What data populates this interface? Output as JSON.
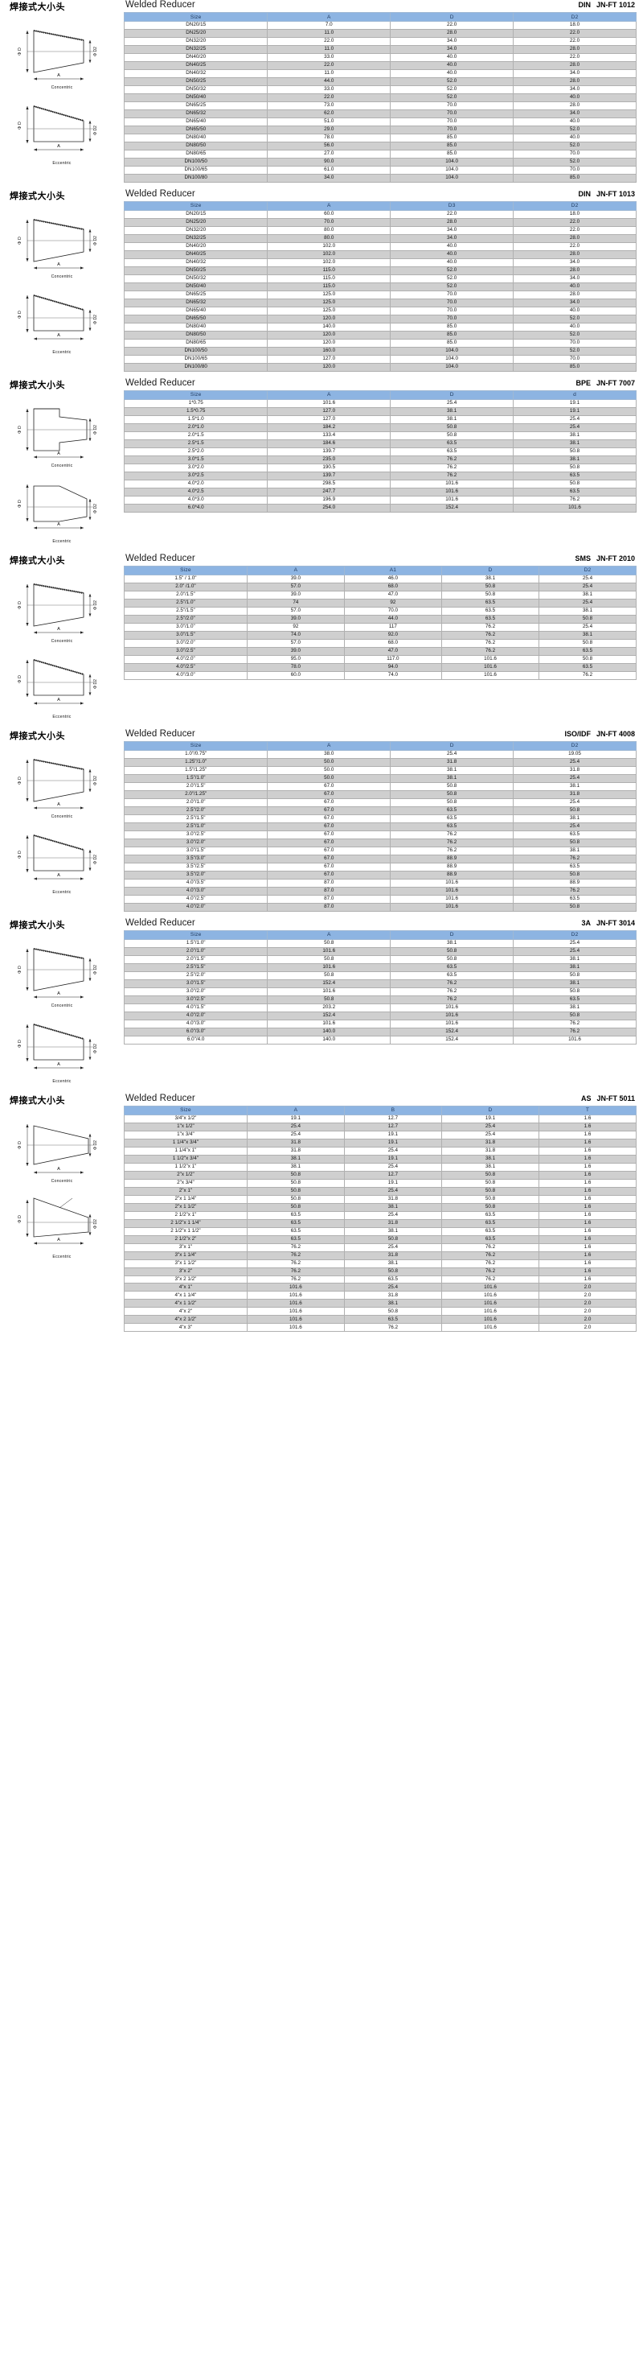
{
  "page": {
    "cn_heading": "焊接式大小头",
    "table_title": "Welded Reducer",
    "caption_concentric": "Concentric",
    "caption_eccentric": "Eccentric",
    "accent_header": "#8db4e2",
    "row_alt": "#cfcfcf"
  },
  "dim_labels": {
    "d_big": "Φ D",
    "d_small": "Φ D2",
    "len_a": "A",
    "len_a1": "A1"
  },
  "sections": [
    {
      "id": "din-1012",
      "cn_heading": "焊接式大小头",
      "title": "Welded Reducer",
      "standard": "DIN",
      "part_no": "JN-FT 1012",
      "columns": [
        "Size",
        "A",
        "D",
        "D2"
      ],
      "rows": [
        [
          "DN20/15",
          "7.0",
          "22.0",
          "18.0"
        ],
        [
          "DN25/20",
          "11.0",
          "28.0",
          "22.0"
        ],
        [
          "DN32/20",
          "22.0",
          "34.0",
          "22.0"
        ],
        [
          "DN32/25",
          "11.0",
          "34.0",
          "28.0"
        ],
        [
          "DN40/20",
          "33.0",
          "40.0",
          "22.0"
        ],
        [
          "DN40/25",
          "22.0",
          "40.0",
          "28.0"
        ],
        [
          "DN40/32",
          "11.0",
          "40.0",
          "34.0"
        ],
        [
          "DN50/25",
          "44.0",
          "52.0",
          "28.0"
        ],
        [
          "DN50/32",
          "33.0",
          "52.0",
          "34.0"
        ],
        [
          "DN50/40",
          "22.0",
          "52.0",
          "40.0"
        ],
        [
          "DN65/25",
          "73.0",
          "70.0",
          "28.0"
        ],
        [
          "DN65/32",
          "62.0",
          "70.0",
          "34.0"
        ],
        [
          "DN65/40",
          "51.0",
          "70.0",
          "40.0"
        ],
        [
          "DN65/50",
          "29.0",
          "70.0",
          "52.0"
        ],
        [
          "DN80/40",
          "78.0",
          "85.0",
          "40.0"
        ],
        [
          "DN80/50",
          "56.0",
          "85.0",
          "52.0"
        ],
        [
          "DN80/65",
          "27.0",
          "85.0",
          "70.0"
        ],
        [
          "DN100/50",
          "90.0",
          "104.0",
          "52.0"
        ],
        [
          "DN100/65",
          "61.0",
          "104.0",
          "70.0"
        ],
        [
          "DN100/80",
          "34.0",
          "104.0",
          "85.0"
        ]
      ]
    },
    {
      "id": "din-1013",
      "cn_heading": "焊接式大小头",
      "title": "Welded Reducer",
      "standard": "DIN",
      "part_no": "JN-FT 1013",
      "columns": [
        "Size",
        "A",
        "D3",
        "D2"
      ],
      "rows": [
        [
          "DN20/15",
          "60.0",
          "22.0",
          "18.0"
        ],
        [
          "DN25/20",
          "70.0",
          "28.0",
          "22.0"
        ],
        [
          "DN32/20",
          "80.0",
          "34.0",
          "22.0"
        ],
        [
          "DN32/25",
          "80.0",
          "34.0",
          "28.0"
        ],
        [
          "DN40/20",
          "102.0",
          "40.0",
          "22.0"
        ],
        [
          "DN40/25",
          "102.0",
          "40.0",
          "28.0"
        ],
        [
          "DN40/32",
          "102.0",
          "40.0",
          "34.0"
        ],
        [
          "DN50/25",
          "115.0",
          "52.0",
          "28.0"
        ],
        [
          "DN50/32",
          "115.0",
          "52.0",
          "34.0"
        ],
        [
          "DN50/40",
          "115.0",
          "52.0",
          "40.0"
        ],
        [
          "DN65/25",
          "125.0",
          "70.0",
          "28.0"
        ],
        [
          "DN65/32",
          "125.0",
          "70.0",
          "34.0"
        ],
        [
          "DN65/40",
          "125.0",
          "70.0",
          "40.0"
        ],
        [
          "DN65/50",
          "120.0",
          "70.0",
          "52.0"
        ],
        [
          "DN80/40",
          "140.0",
          "85.0",
          "40.0"
        ],
        [
          "DN80/50",
          "120.0",
          "85.0",
          "52.0"
        ],
        [
          "DN80/65",
          "120.0",
          "85.0",
          "70.0"
        ],
        [
          "DN100/50",
          "160.0",
          "104.0",
          "52.0"
        ],
        [
          "DN100/65",
          "127.0",
          "104.0",
          "70.0"
        ],
        [
          "DN100/80",
          "120.0",
          "104.0",
          "85.0"
        ]
      ]
    },
    {
      "id": "bpe-7007",
      "cn_heading": "焊接式大小头",
      "title": "Welded Reducer",
      "standard": "BPE",
      "part_no": "JN-FT 7007",
      "columns": [
        "Size",
        "A",
        "D",
        "d"
      ],
      "rows": [
        [
          "1*0.75",
          "101.6",
          "25.4",
          "19.1"
        ],
        [
          "1.5*0.75",
          "127.0",
          "38.1",
          "19.1"
        ],
        [
          "1.5*1.0",
          "127.0",
          "38.1",
          "25.4"
        ],
        [
          "2.0*1.0",
          "184.2",
          "50.8",
          "25.4"
        ],
        [
          "2.0*1.5",
          "133.4",
          "50.8",
          "38.1"
        ],
        [
          "2.5*1.5",
          "184.6",
          "63.5",
          "38.1"
        ],
        [
          "2.5*2.0",
          "139.7",
          "63.5",
          "50.8"
        ],
        [
          "3.0*1.5",
          "235.0",
          "76.2",
          "38.1"
        ],
        [
          "3.0*2.0",
          "190.5",
          "76.2",
          "50.8"
        ],
        [
          "3.0*2.5",
          "139.7",
          "76.2",
          "63.5"
        ],
        [
          "4.0*2.0",
          "298.5",
          "101.6",
          "50.8"
        ],
        [
          "4.0*2.5",
          "247.7",
          "101.6",
          "63.5"
        ],
        [
          "4.0*3.0",
          "196.9",
          "101.6",
          "76.2"
        ],
        [
          "6.0*4.0",
          "254.0",
          "152.4",
          "101.6"
        ]
      ]
    },
    {
      "id": "sms-2010",
      "cn_heading": "焊接式大小头",
      "title": "Welded Reducer",
      "standard": "SMS",
      "part_no": "JN-FT 2010",
      "columns": [
        "Size",
        "A",
        "A1",
        "D",
        "D2"
      ],
      "rows": [
        [
          "1.5\" / 1.0\"",
          "39.0",
          "46.0",
          "38.1",
          "25.4"
        ],
        [
          "2.0\" /1.0\"",
          "57.0",
          "68.0",
          "50.8",
          "25.4"
        ],
        [
          "2.0\"/1.5\"",
          "39.0",
          "47.0",
          "50.8",
          "38.1"
        ],
        [
          "2.5\"/1.0\"",
          "74",
          "92",
          "63.5",
          "25.4"
        ],
        [
          "2.5\"/1.5\"",
          "57.0",
          "70.0",
          "63.5",
          "38.1"
        ],
        [
          "2.5\"/2.0\"",
          "39.0",
          "44.0",
          "63.5",
          "50.8"
        ],
        [
          "3.0\"/1.0\"",
          "92",
          "117",
          "76.2",
          "25.4"
        ],
        [
          "3.0\"/1.5\"",
          "74.0",
          "92.0",
          "76.2",
          "38.1"
        ],
        [
          "3.0\"/2.0\"",
          "57.0",
          "68.0",
          "76.2",
          "50.8"
        ],
        [
          "3.0\"/2.5\"",
          "39.0",
          "47.0",
          "76.2",
          "63.5"
        ],
        [
          "4.0\"/2.0\"",
          "95.0",
          "117.0",
          "101.6",
          "50.8"
        ],
        [
          "4.0\"/2.5\"",
          "78.0",
          "94.0",
          "101.6",
          "63.5"
        ],
        [
          "4.0\"/3.0\"",
          "60.0",
          "74.0",
          "101.6",
          "76.2"
        ]
      ]
    },
    {
      "id": "iso-idf-4008",
      "cn_heading": "焊接式大小头",
      "title": "Welded Reducer",
      "standard": "ISO/IDF",
      "part_no": "JN-FT 4008",
      "columns": [
        "Size",
        "A",
        "D",
        "D2"
      ],
      "rows": [
        [
          "1.0\"/0.75\"",
          "38.0",
          "25.4",
          "19.05"
        ],
        [
          "1.25\"/1.0\"",
          "50.0",
          "31.8",
          "25.4"
        ],
        [
          "1.5\"/1.25\"",
          "50.0",
          "38.1",
          "31.8"
        ],
        [
          "1.5\"/1.0\"",
          "50.0",
          "38.1",
          "25.4"
        ],
        [
          "2.0\"/1.5\"",
          "67.0",
          "50.8",
          "38.1"
        ],
        [
          "2.0\"/1.25\"",
          "67.0",
          "50.8",
          "31.8"
        ],
        [
          "2.0\"/1.0\"",
          "67.0",
          "50.8",
          "25.4"
        ],
        [
          "2.5\"/2.0\"",
          "67.0",
          "63.5",
          "50.8"
        ],
        [
          "2.5\"/1.5\"",
          "67.0",
          "63.5",
          "38.1"
        ],
        [
          "2.5\"/1.0\"",
          "67.0",
          "63.5",
          "25.4"
        ],
        [
          "3.0\"/2.5\"",
          "67.0",
          "76.2",
          "63.5"
        ],
        [
          "3.0\"/2.0\"",
          "67.0",
          "76.2",
          "50.8"
        ],
        [
          "3.0\"/1.5\"",
          "67.0",
          "76.2",
          "38.1"
        ],
        [
          "3.5\"/3.0\"",
          "67.0",
          "88.9",
          "76.2"
        ],
        [
          "3.5\"/2.5\"",
          "67.0",
          "88.9",
          "63.5"
        ],
        [
          "3.5\"/2.0\"",
          "67.0",
          "88.9",
          "50.8"
        ],
        [
          "4.0\"/3.5\"",
          "87.0",
          "101.6",
          "88.9"
        ],
        [
          "4.0\"/3.0\"",
          "87.0",
          "101.6",
          "76.2"
        ],
        [
          "4.0\"/2.5\"",
          "87.0",
          "101.6",
          "63.5"
        ],
        [
          "4.0\"/2.0\"",
          "87.0",
          "101.6",
          "50.8"
        ]
      ]
    },
    {
      "id": "3a-3014",
      "cn_heading": "焊接式大小头",
      "title": "Welded Reducer",
      "standard": "3A",
      "part_no": "JN-FT 3014",
      "columns": [
        "Size",
        "A",
        "D",
        "D2"
      ],
      "rows": [
        [
          "1.5\"/1.0\"",
          "50.8",
          "38.1",
          "25.4"
        ],
        [
          "2.0\"/1.0\"",
          "101.6",
          "50.8",
          "25.4"
        ],
        [
          "2.0\"/1.5\"",
          "50.8",
          "50.8",
          "38.1"
        ],
        [
          "2.5\"/1.5\"",
          "101.6",
          "63.5",
          "38.1"
        ],
        [
          "2.5\"/2.0\"",
          "50.8",
          "63.5",
          "50.8"
        ],
        [
          "3.0\"/1.5\"",
          "152.4",
          "76.2",
          "38.1"
        ],
        [
          "3.0\"/2.0\"",
          "101.6",
          "76.2",
          "50.8"
        ],
        [
          "3.0\"/2.5\"",
          "50.8",
          "76.2",
          "63.5"
        ],
        [
          "4.0\"/1.5\"",
          "203.2",
          "101.6",
          "38.1"
        ],
        [
          "4.0\"/2.0\"",
          "152.4",
          "101.6",
          "50.8"
        ],
        [
          "4.0\"/3.0\"",
          "101.6",
          "101.6",
          "76.2"
        ],
        [
          "6.0\"/3.0\"",
          "140.0",
          "152.4",
          "76.2"
        ],
        [
          "6.0\"/4.0",
          "140.0",
          "152.4",
          "101.6"
        ]
      ]
    },
    {
      "id": "as-5011",
      "cn_heading": "焊接式大小头",
      "title": "Welded Reducer",
      "standard": "AS",
      "part_no": "JN-FT 5011",
      "columns": [
        "Size",
        "A",
        "B",
        "D",
        "T"
      ],
      "rows": [
        [
          "3/4\"x 1/2\"",
          "19.1",
          "12.7",
          "19.1",
          "1.6"
        ],
        [
          "1\"x 1/2\"",
          "25.4",
          "12.7",
          "25.4",
          "1.6"
        ],
        [
          "1\"x 3/4\"",
          "25.4",
          "19.1",
          "25.4",
          "1.6"
        ],
        [
          "1 1/4\"x 3/4\"",
          "31.8",
          "19.1",
          "31.8",
          "1.6"
        ],
        [
          "1 1/4\"x 1\"",
          "31.8",
          "25.4",
          "31.8",
          "1.6"
        ],
        [
          "1 1/2\"x 3/4\"",
          "38.1",
          "19.1",
          "38.1",
          "1.6"
        ],
        [
          "1 1/2\"x 1\"",
          "38.1",
          "25.4",
          "38.1",
          "1.6"
        ],
        [
          "2\"x 1/2\"",
          "50.8",
          "12.7",
          "50.8",
          "1.6"
        ],
        [
          "2\"x 3/4\"",
          "50.8",
          "19.1",
          "50.8",
          "1.6"
        ],
        [
          "2\"x 1\"",
          "50.8",
          "25.4",
          "50.8",
          "1.6"
        ],
        [
          "2\"x 1 1/4\"",
          "50.8",
          "31.8",
          "50.8",
          "1.6"
        ],
        [
          "2\"x 1 1/2\"",
          "50.8",
          "38.1",
          "50.8",
          "1.6"
        ],
        [
          "2 1/2\"x 1\"",
          "63.5",
          "25.4",
          "63.5",
          "1.6"
        ],
        [
          "2 1/2\"x 1 1/4\"",
          "63.5",
          "31.8",
          "63.5",
          "1.6"
        ],
        [
          "2 1/2\"x 1 1/2\"",
          "63.5",
          "38.1",
          "63.5",
          "1.6"
        ],
        [
          "2 1/2\"x 2\"",
          "63.5",
          "50.8",
          "63.5",
          "1.6"
        ],
        [
          "3\"x 1\"",
          "76.2",
          "25.4",
          "76.2",
          "1.6"
        ],
        [
          "3\"x 1 1/4\"",
          "76.2",
          "31.8",
          "76.2",
          "1.6"
        ],
        [
          "3\"x 1 1/2\"",
          "76.2",
          "38.1",
          "76.2",
          "1.6"
        ],
        [
          "3\"x 2\"",
          "76.2",
          "50.8",
          "76.2",
          "1.6"
        ],
        [
          "3\"x 2 1/2\"",
          "76.2",
          "63.5",
          "76.2",
          "1.6"
        ],
        [
          "4\"x 1\"",
          "101.6",
          "25.4",
          "101.6",
          "2.0"
        ],
        [
          "4\"x 1 1/4\"",
          "101.6",
          "31.8",
          "101.6",
          "2.0"
        ],
        [
          "4\"x 1 1/2\"",
          "101.6",
          "38.1",
          "101.6",
          "2.0"
        ],
        [
          "4\"x 2\"",
          "101.6",
          "50.8",
          "101.6",
          "2.0"
        ],
        [
          "4\"x 2 1/2\"",
          "101.6",
          "63.5",
          "101.6",
          "2.0"
        ],
        [
          "4\"x 3\"",
          "101.6",
          "76.2",
          "101.6",
          "2.0"
        ]
      ]
    }
  ]
}
